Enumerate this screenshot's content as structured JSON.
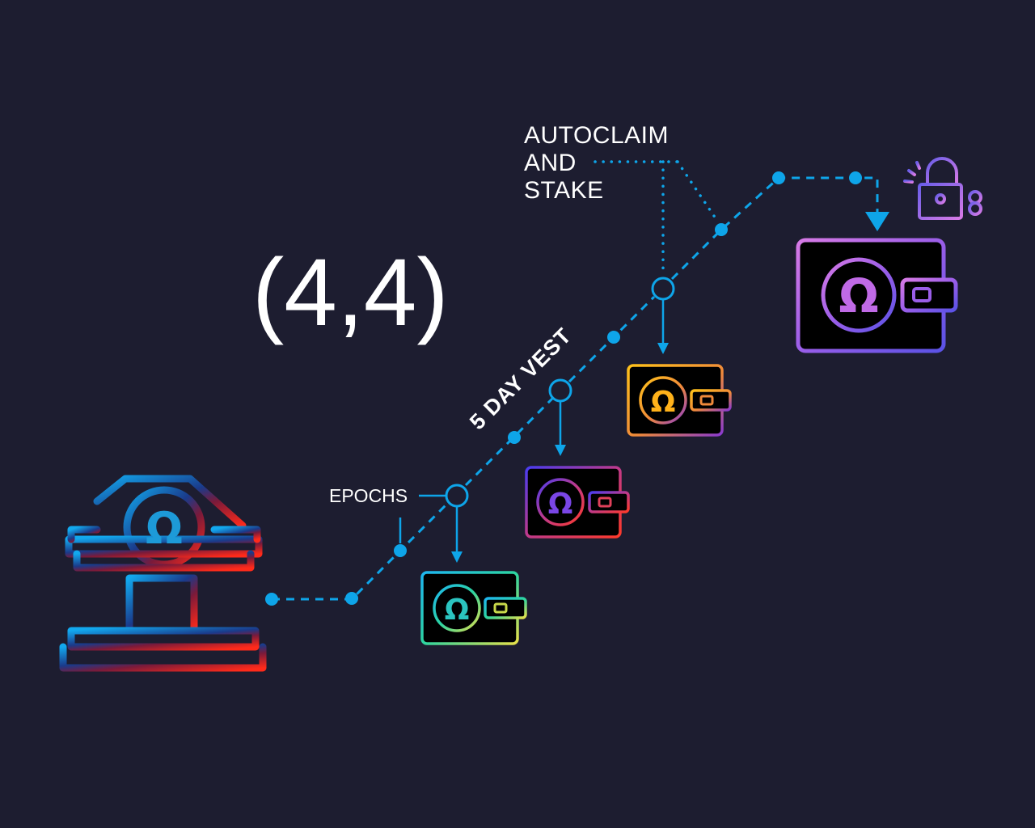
{
  "diagram": {
    "title": "(4,4)",
    "autoclaim_label": [
      "AUTOCLAIM",
      "AND",
      "STAKE"
    ],
    "epochs_label": "EPOCHS",
    "vest_label": "5 DAY VEST",
    "icon_symbol": "Ω",
    "colors": {
      "background": "#1d1d30",
      "path": "#0ea5e9",
      "text": "#ffffff"
    },
    "icons": [
      "bank-icon",
      "wallet-icon",
      "wallet-icon",
      "wallet-icon",
      "wallet-icon",
      "unlock-icon"
    ]
  }
}
